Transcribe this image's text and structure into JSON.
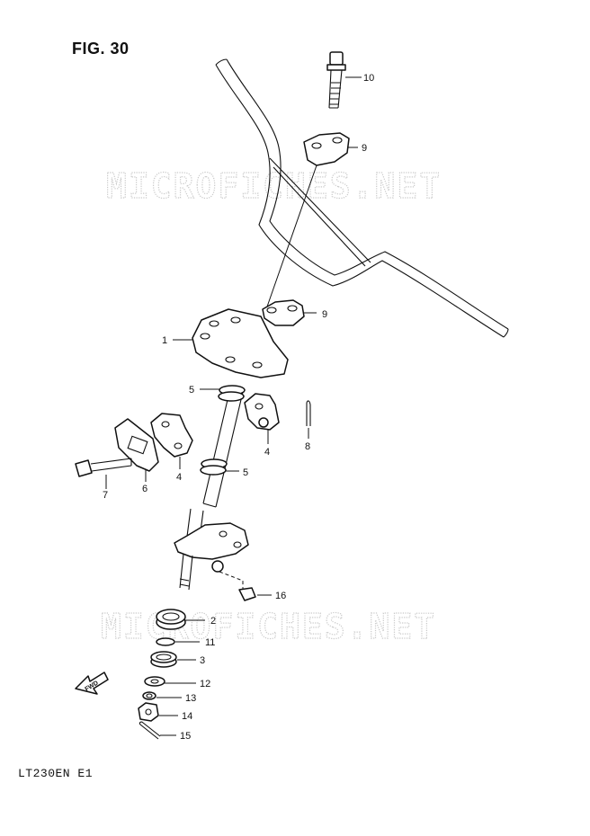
{
  "figure": {
    "title": "FIG. 30",
    "model": "LT230EN  E1",
    "watermark": "MICROFICHES.NET",
    "fwd_label": "FWD"
  },
  "callouts": [
    {
      "id": "c10",
      "label": "10"
    },
    {
      "id": "c9a",
      "label": "9"
    },
    {
      "id": "c9b",
      "label": "9"
    },
    {
      "id": "c1",
      "label": "1"
    },
    {
      "id": "c5a",
      "label": "5"
    },
    {
      "id": "c8",
      "label": "8"
    },
    {
      "id": "c4a",
      "label": "4"
    },
    {
      "id": "c4b",
      "label": "4"
    },
    {
      "id": "c5b",
      "label": "5"
    },
    {
      "id": "c7",
      "label": "7"
    },
    {
      "id": "c6",
      "label": "6"
    },
    {
      "id": "c16",
      "label": "16"
    },
    {
      "id": "c2",
      "label": "2"
    },
    {
      "id": "c11",
      "label": "11"
    },
    {
      "id": "c3",
      "label": "3"
    },
    {
      "id": "c12",
      "label": "12"
    },
    {
      "id": "c13",
      "label": "13"
    },
    {
      "id": "c14",
      "label": "14"
    },
    {
      "id": "c15",
      "label": "15"
    }
  ]
}
